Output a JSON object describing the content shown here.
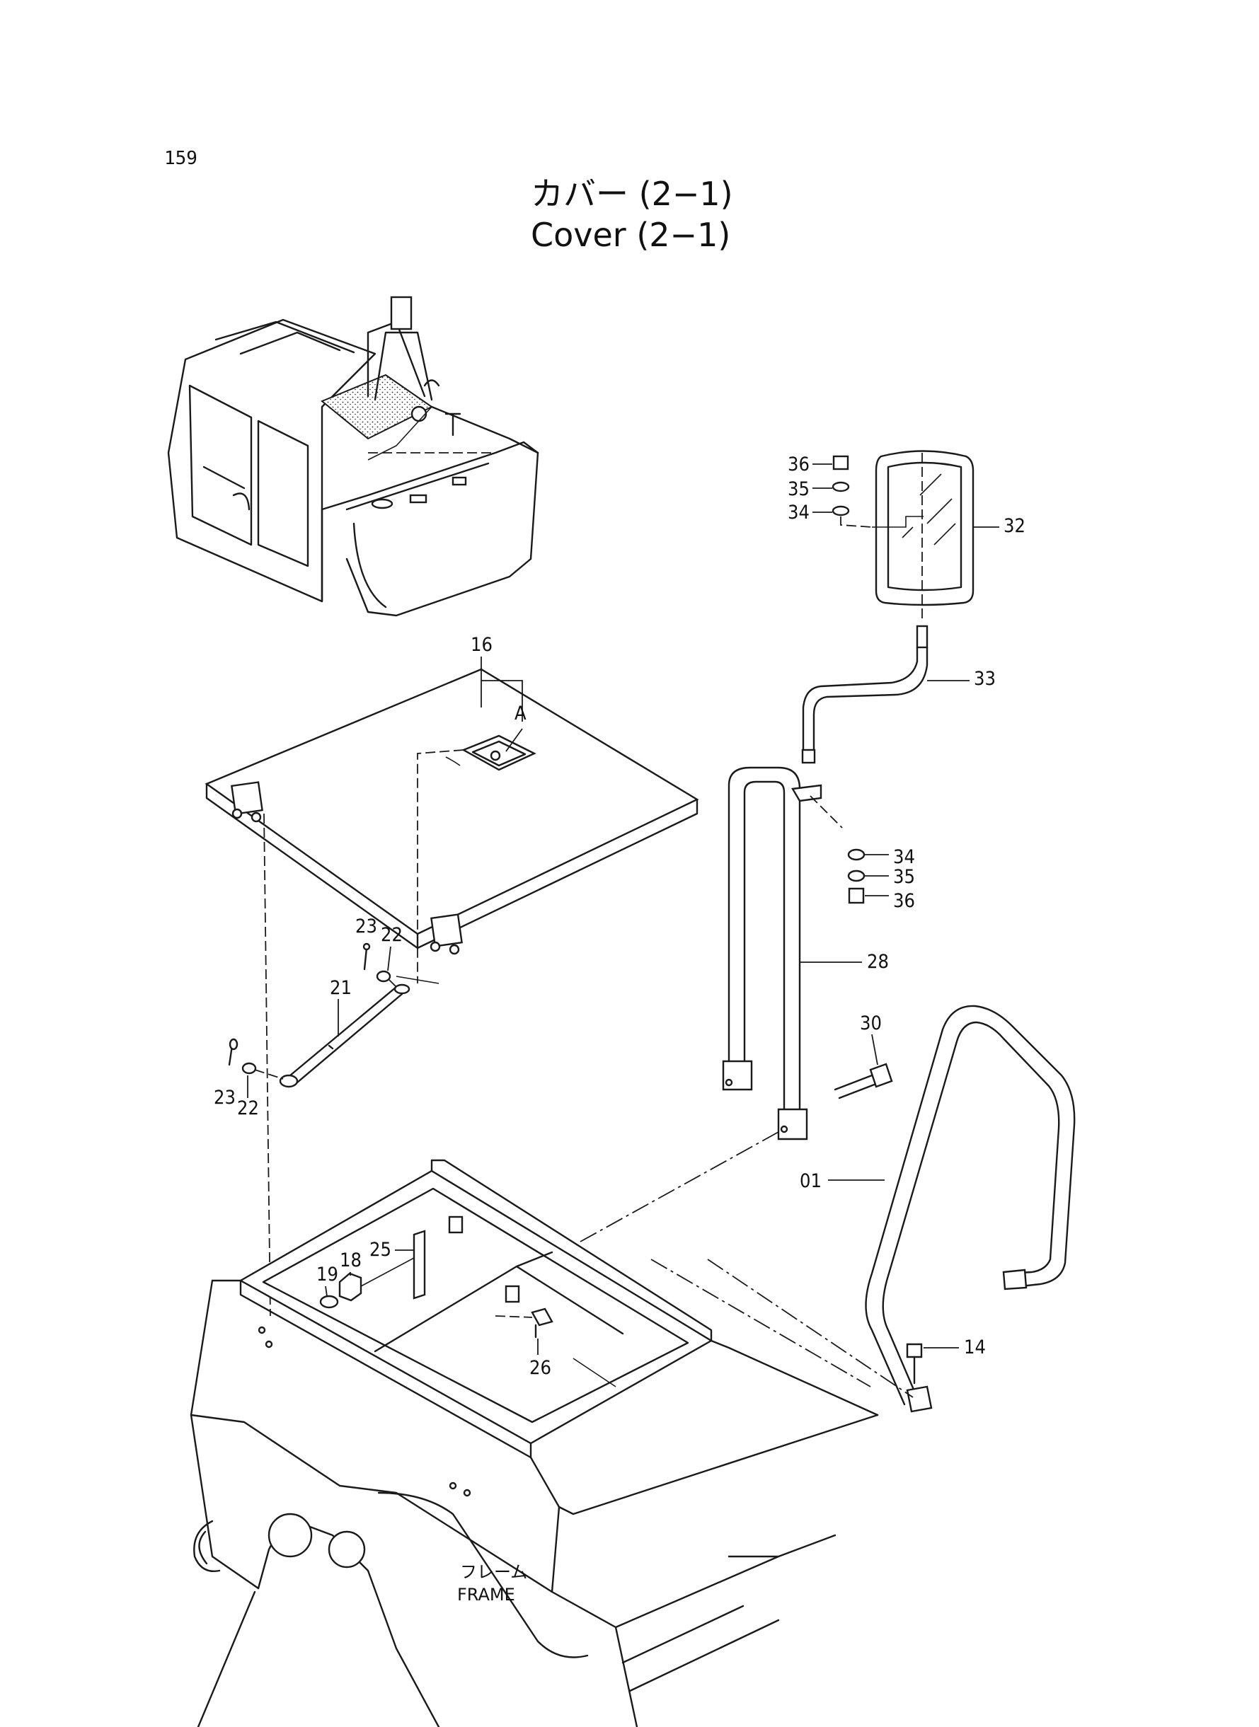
{
  "page_number": "159",
  "title_jp": "カバー (2−1)",
  "title_en": "Cover (2−1)",
  "frame_label_jp": "フレーム",
  "frame_label_en": "FRAME",
  "detail_ref": "A",
  "callouts": {
    "c01": "01",
    "c14": "14",
    "c16": "16",
    "c18": "18",
    "c19": "19",
    "c21": "21",
    "c22a": "22",
    "c22b": "22",
    "c23a": "23",
    "c23b": "23",
    "c25": "25",
    "c26": "26",
    "c28": "28",
    "c30": "30",
    "c32": "32",
    "c33": "33",
    "c34a": "34",
    "c35a": "35",
    "c36a": "36",
    "c34b": "34",
    "c35b": "35",
    "c36b": "36"
  }
}
